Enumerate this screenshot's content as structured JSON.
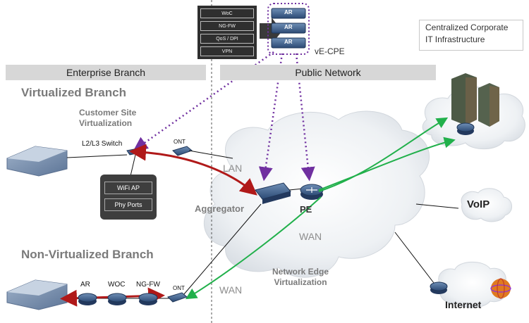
{
  "vnf_functions": [
    "WoC",
    "NG-FW",
    "QoS / DPI",
    "VPN"
  ],
  "ar_stack": [
    "AR",
    "AR",
    "AR"
  ],
  "vecpe_label": "vE-CPE",
  "corporate_it": {
    "line1": "Centralized Corporate",
    "line2": "IT Infrastructure"
  },
  "bands": {
    "enterprise": "Enterprise Branch",
    "public": "Public Network"
  },
  "virtualized_branch": {
    "title": "Virtualized Branch",
    "subtitle_line1": "Customer Site",
    "subtitle_line2": "Virtualization",
    "switch_label": "L2/L3 Switch",
    "ont_label": "ONT",
    "panel_items": [
      "WiFi AP",
      "Phy Ports"
    ]
  },
  "non_virtualized_branch": {
    "title": "Non-Virtualized Branch",
    "devices": [
      "AR",
      "WOC",
      "NG-FW"
    ],
    "ont_label": "ONT"
  },
  "network": {
    "lan": "LAN",
    "aggregator": "Aggregator",
    "pe": "PE",
    "wan_cloud": "WAN",
    "wan_bottom": "WAN",
    "edge_line1": "Network Edge",
    "edge_line2": "Virtualization"
  },
  "services": {
    "voip": "VoIP",
    "internet": "Internet"
  },
  "colors": {
    "purple": "#7030a0",
    "red": "#b01919",
    "green": "#21b04b",
    "band": "#d7d7d7"
  }
}
